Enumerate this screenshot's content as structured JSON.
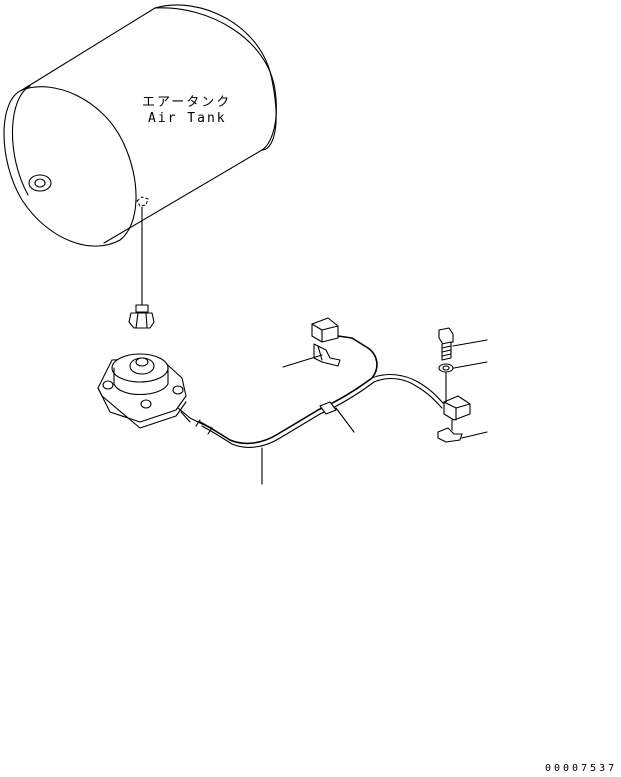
{
  "diagram": {
    "tank_label_jp": "エアータンク",
    "tank_label_en": "Air Tank",
    "drawing_code": "00007537"
  }
}
